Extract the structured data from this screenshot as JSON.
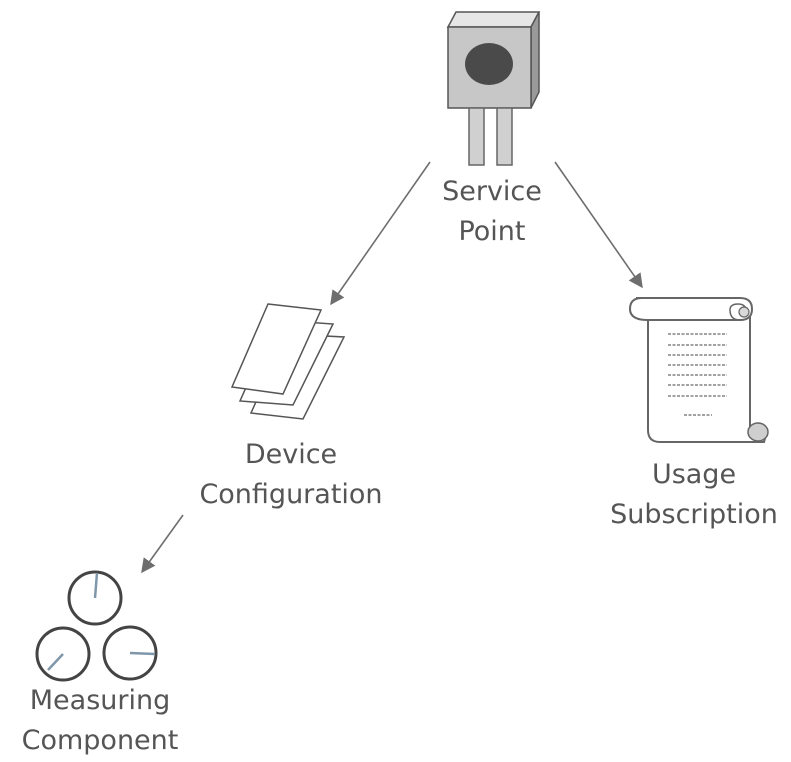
{
  "nodes": {
    "service_point": {
      "line1": "Service",
      "line2": "Point",
      "icon": "meter-icon"
    },
    "device_configuration": {
      "line1": "Device",
      "line2": "Configuration",
      "icon": "documents-icon"
    },
    "usage_subscription": {
      "line1": "Usage",
      "line2": "Subscription",
      "icon": "scroll-icon"
    },
    "measuring_component": {
      "line1": "Measuring",
      "line2": "Component",
      "icon": "dials-icon"
    }
  },
  "edges": [
    {
      "from": "service_point",
      "to": "device_configuration"
    },
    {
      "from": "service_point",
      "to": "usage_subscription"
    },
    {
      "from": "device_configuration",
      "to": "measuring_component"
    }
  ],
  "colors": {
    "text": "#555555",
    "arrow": "#6e6e6e",
    "meter_body": "#c7c7c7",
    "meter_dark": "#4a4a4a",
    "dial_needle": "#7f97aa"
  }
}
